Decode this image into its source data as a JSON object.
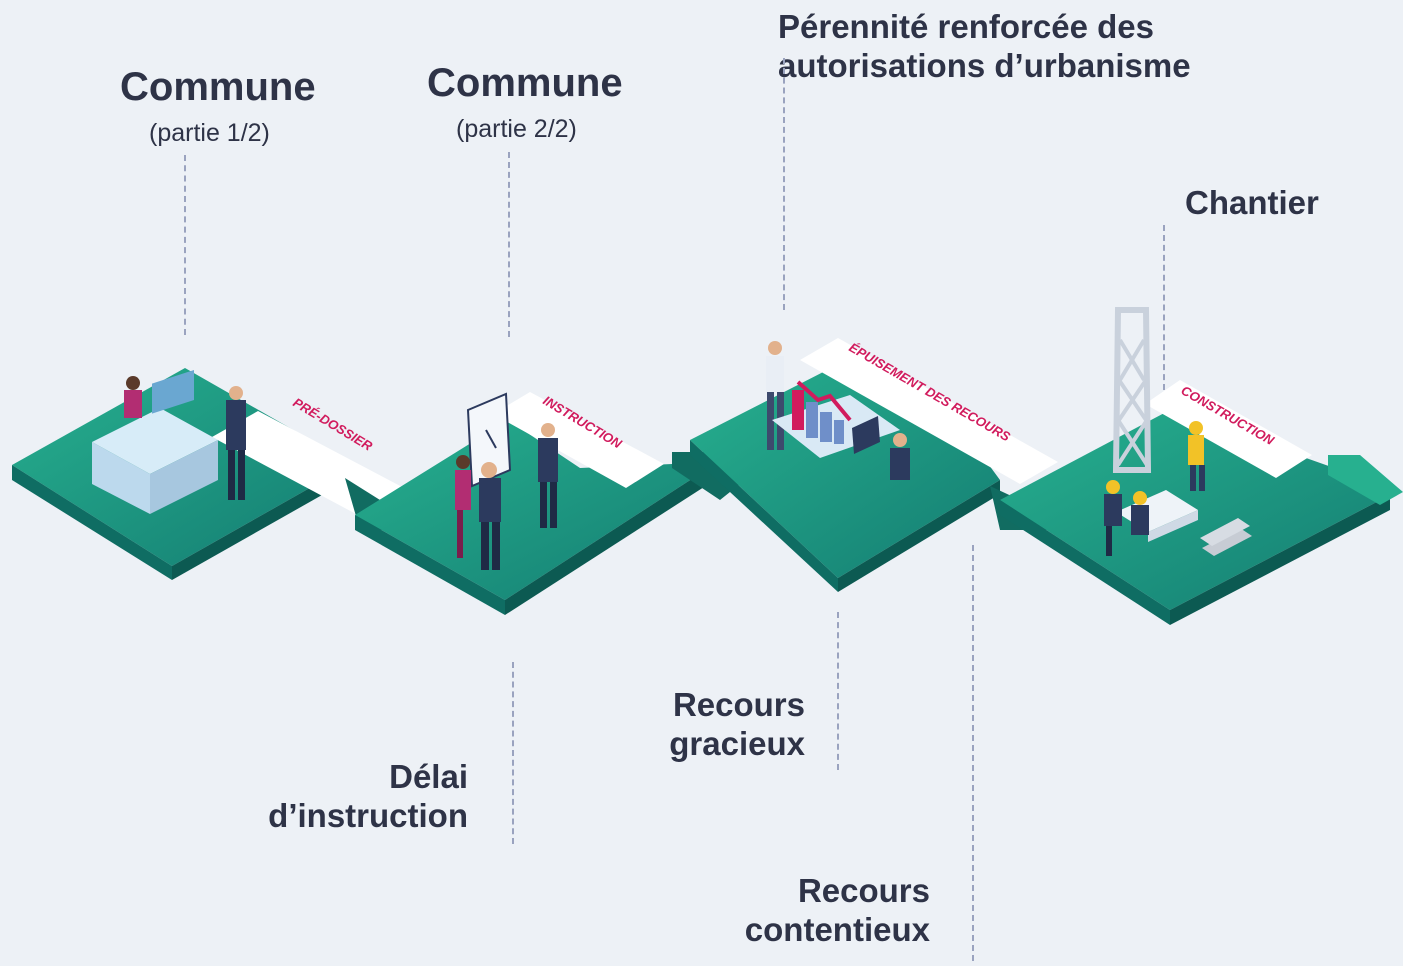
{
  "stages": [
    {
      "title": "Commune",
      "subtitle": "(partie 1/2)",
      "step": "PRÉ-DOSSIER"
    },
    {
      "title": "Commune",
      "subtitle": "(partie 2/2)",
      "step": "INSTRUCTION"
    },
    {
      "title": "Pérennité renforcée des autorisations d’urbanisme",
      "step": "ÉPUISEMENT DES RECOURS"
    },
    {
      "title": "Chantier",
      "step": "CONSTRUCTION"
    }
  ],
  "milestones": {
    "delai": {
      "line1": "Délai",
      "line2": "d’instruction"
    },
    "gracieux": {
      "line1": "Recours",
      "line2": "gracieux"
    },
    "contentieux": {
      "line1": "Recours",
      "line2": "contentieux"
    }
  },
  "colors": {
    "text": "#2e3347",
    "platform": "#1f9e86",
    "platform_dark": "#116c61",
    "accent": "#d11b5d",
    "background": "#edf1f6"
  }
}
